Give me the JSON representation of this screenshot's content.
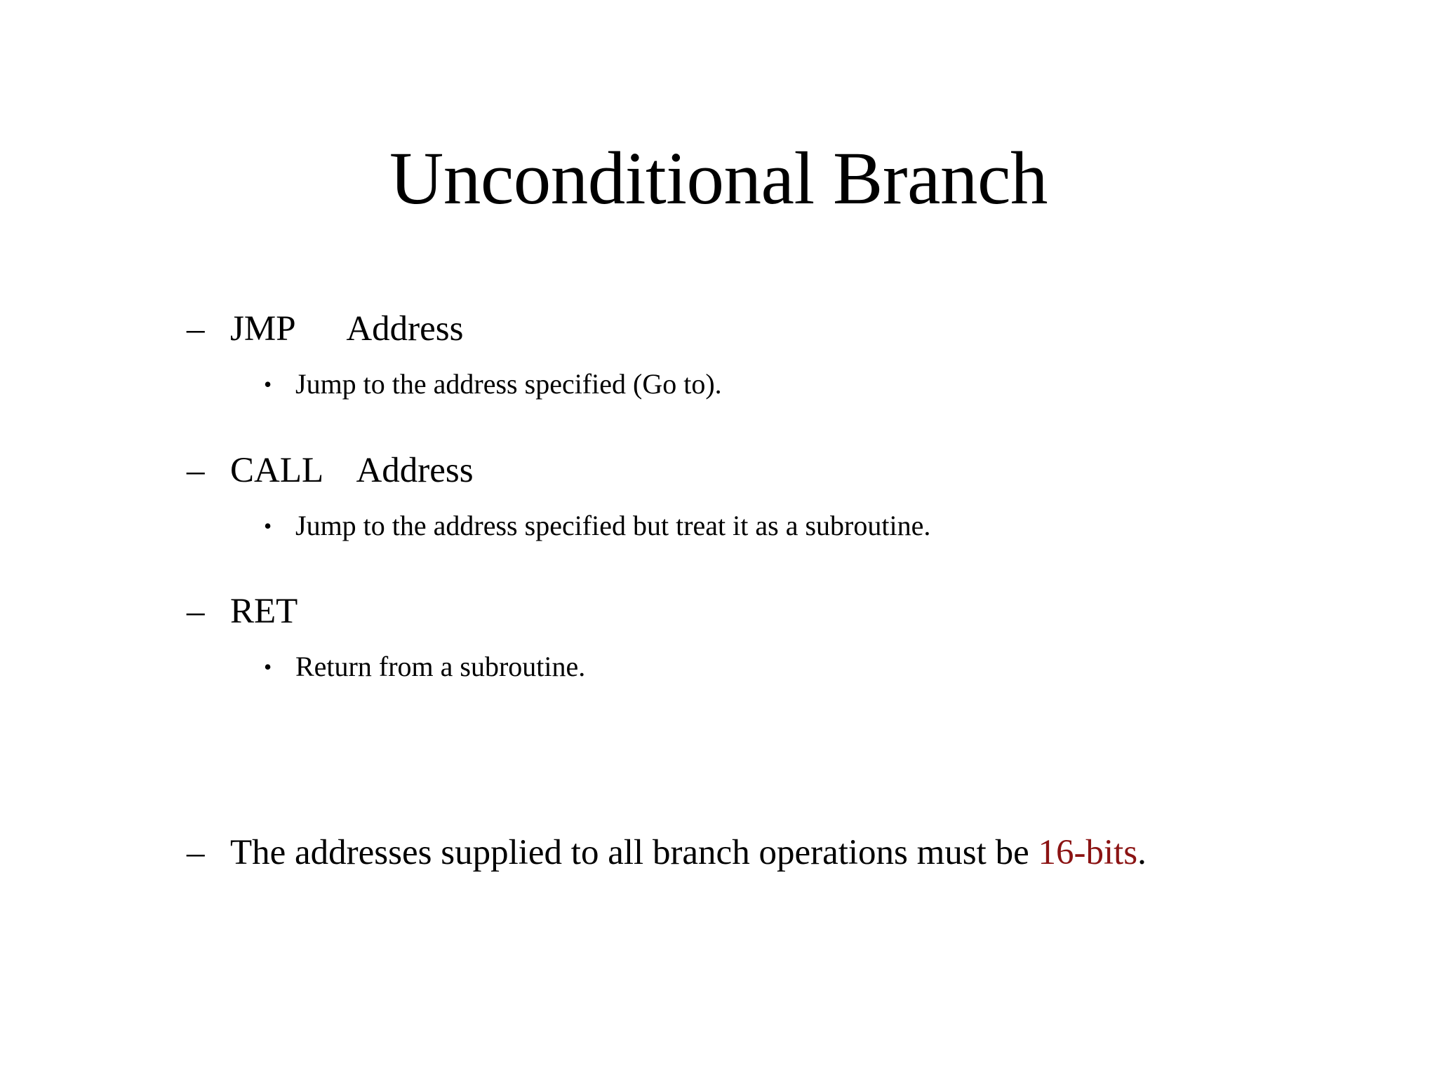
{
  "slide": {
    "background_color": "#ffffff",
    "text_color": "#000000",
    "accent_color": "#8b1313",
    "title": "Unconditional Branch",
    "blocks": [
      {
        "marker": "–",
        "marker_name": "en-dash-bullet",
        "text": "JMP      Address",
        "sub": {
          "marker": "•",
          "marker_name": "round-bullet",
          "text": "Jump to the address specified (Go to)."
        }
      },
      {
        "marker": "–",
        "marker_name": "en-dash-bullet",
        "text": "CALL    Address",
        "sub": {
          "marker": "•",
          "marker_name": "round-bullet",
          "text": "Jump to the address specified but treat it as a subroutine."
        }
      },
      {
        "marker": "–",
        "marker_name": "en-dash-bullet",
        "text": "RET",
        "sub": {
          "marker": "•",
          "marker_name": "round-bullet",
          "text": "Return from a subroutine."
        }
      }
    ],
    "closing": {
      "marker": "–",
      "marker_name": "en-dash-bullet",
      "text_before": "The addresses supplied to all branch operations must be ",
      "highlight": "16-bits",
      "text_after": "."
    }
  }
}
